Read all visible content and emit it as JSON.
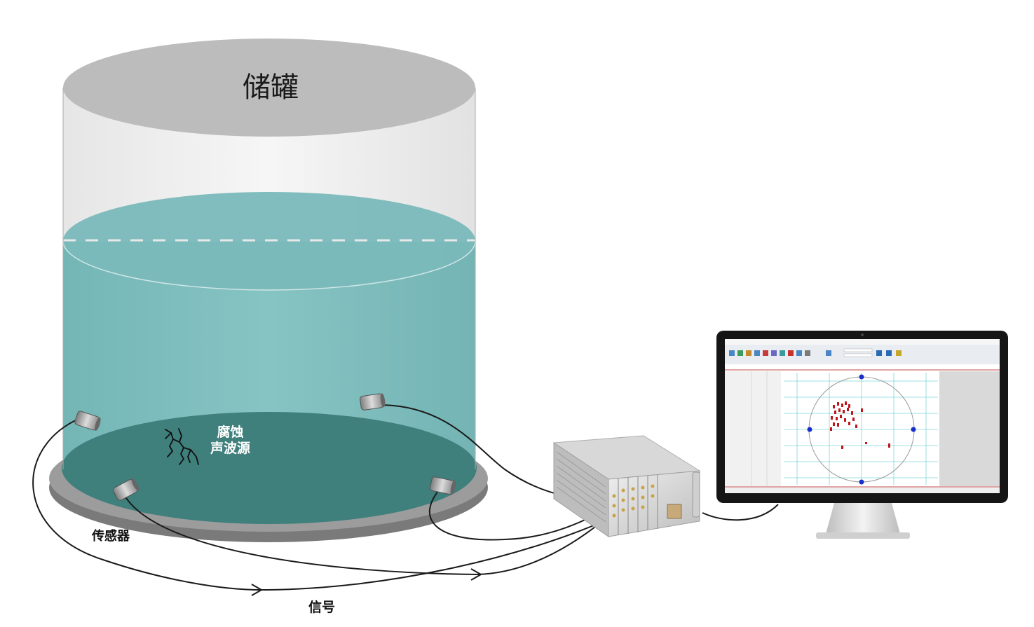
{
  "diagram": {
    "tank_label": "储罐",
    "corrosion_source_label_line1": "腐蚀",
    "corrosion_source_label_line2": "声波源",
    "sensor_label": "传感器",
    "signal_label": "信号"
  },
  "colors": {
    "tank_roof": "#bcbcbc",
    "tank_wall": "#ececec",
    "liquid": "#7fbfbf",
    "liquid_surface": "#79b9ba",
    "tank_floor": "#3f7f7c",
    "base_plate": "#6e6e6e",
    "cable": "#1a1a1a",
    "monitor_bezel": "#151515",
    "event_marker": "#c0141a",
    "sensor_marker": "#1730c9"
  },
  "icons": {
    "sensor": "sensor-icon",
    "crack": "crack-icon",
    "instrument": "acquisition-instrument-icon",
    "monitor": "monitor-icon",
    "arrow": "arrow-right-icon"
  }
}
